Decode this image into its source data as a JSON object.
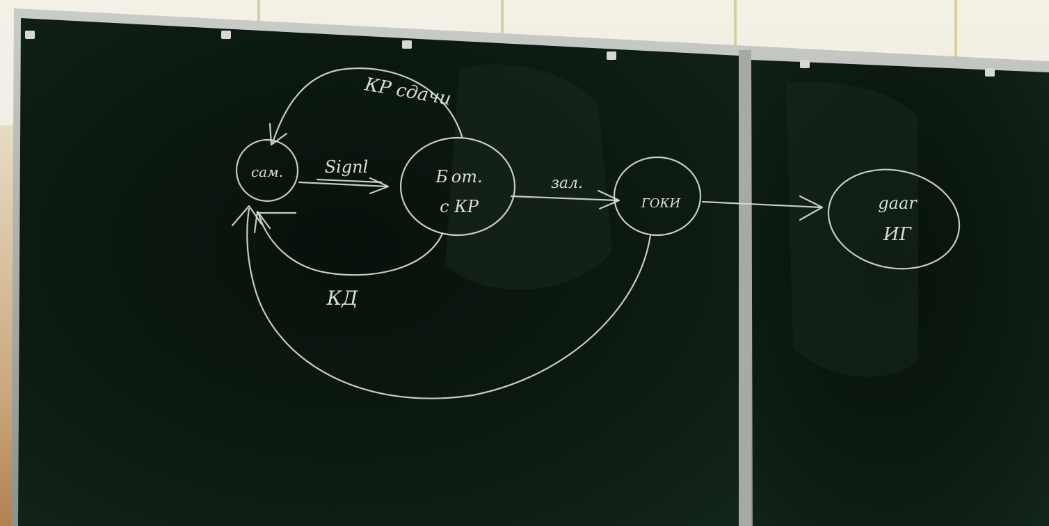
{
  "board": {
    "frame_color": "#a9aca8",
    "surface_color": "#0e1a12",
    "panels": 2
  },
  "diagram": {
    "nodes": [
      {
        "id": "node_a",
        "lines": [
          "сам."
        ]
      },
      {
        "id": "node_b",
        "lines": [
          "Б от.",
          "с КР"
        ]
      },
      {
        "id": "node_c",
        "lines": [
          "ГОКИ"
        ]
      },
      {
        "id": "node_d",
        "lines": [
          "gaar",
          "ИГ"
        ]
      }
    ],
    "edge_labels": {
      "top_loop": "КР сдачи",
      "a_to_b": "Signl",
      "b_to_c": "зал.",
      "b_to_a_bottom": "КД"
    }
  }
}
